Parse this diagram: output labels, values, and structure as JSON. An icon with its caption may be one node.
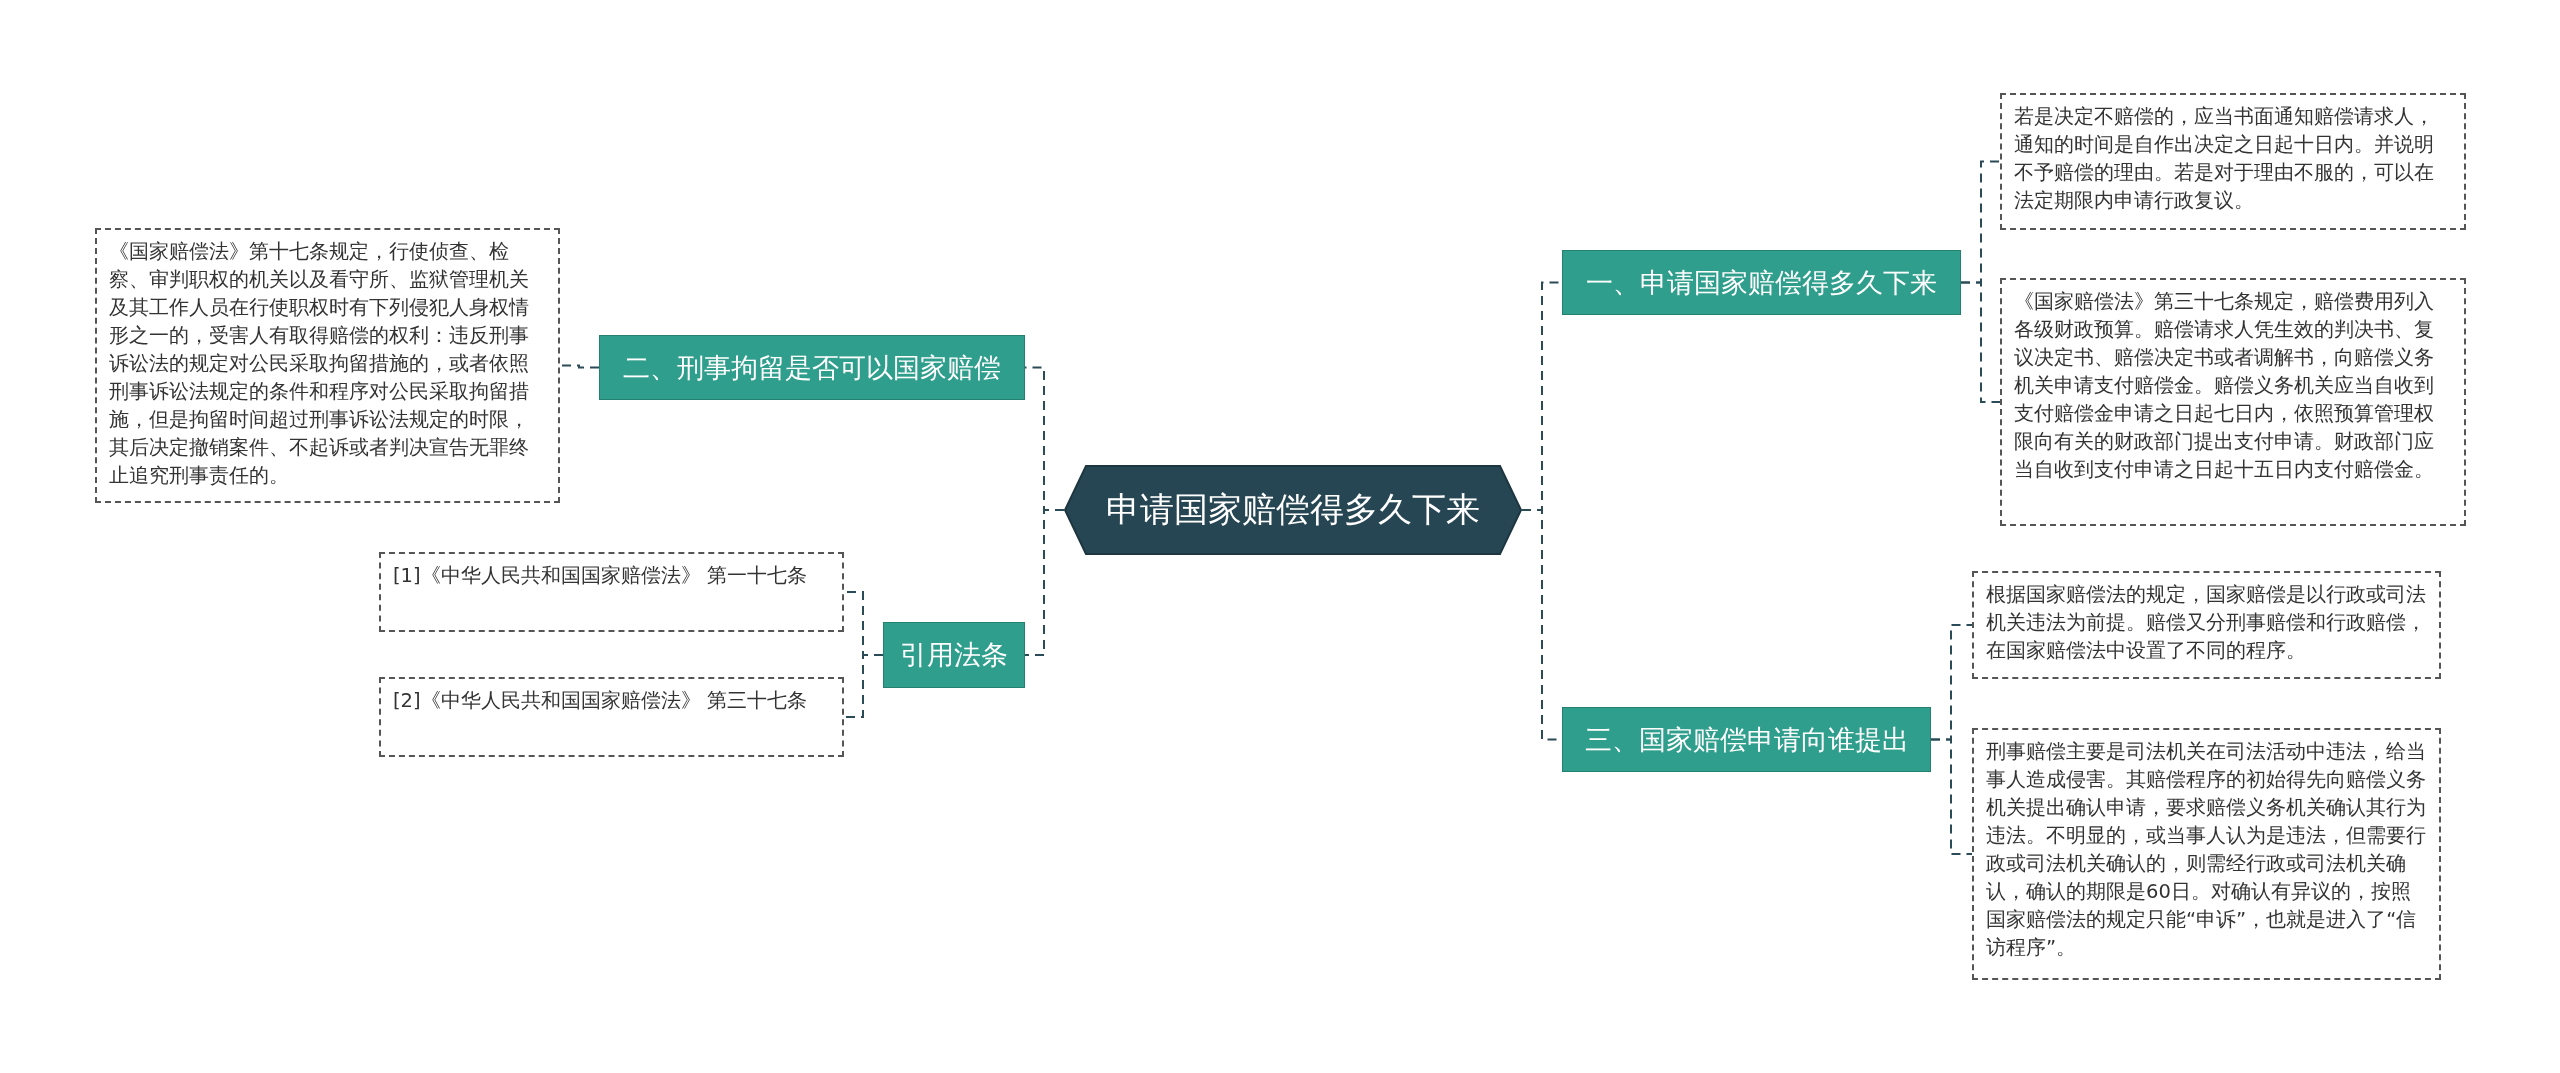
{
  "diagram": {
    "nodes": [
      {
        "text": [
          "申请国家赔偿得多久下来"
        ]
      },
      {
        "text": [
          "二、刑事拘留是否可以国家赔偿"
        ]
      },
      {
        "text": [
          "《国家赔偿法》第十七条规定，行使侦查、检察、审判职权的机关以及看守所、监狱管理机关及其工作人员在行使职权时有下列侵犯人身权情形之一的，受害人有取得赔偿的权利：违反刑事诉讼法的规定对公民采取拘留措施的，或者依照刑事诉讼法规定的条件和程序对公民采取拘留措施，但是拘留时间超过刑事诉讼法规定的时限，其后决定撤销案件、不起诉或者判决宣告无罪终止追究刑事责任的。"
        ]
      },
      {
        "text": [
          "引用法条"
        ]
      },
      {
        "text": [
          "[1]《中华人民共和国国家赔偿法》 第一十七条"
        ]
      },
      {
        "text": [
          "[2]《中华人民共和国国家赔偿法》 第三十七条"
        ]
      },
      {
        "text": [
          "一、申请国家赔偿得多久下来"
        ]
      },
      {
        "text": [
          "若是决定不赔偿的，应当书面通知赔偿请求人，通知的时间是自作出决定之日起十日内。并说明不予赔偿的理由。若是对于理由不服的，可以在法定期限内申请行政复议。"
        ]
      },
      {
        "text": [
          "《国家赔偿法》第三十七条规定，赔偿费用列入各级财政预算。赔偿请求人凭生效的判决书、复议决定书、赔偿决定书或者调解书，向赔偿义务机关申请支付赔偿金。赔偿义务机关应当自收到支付赔偿金申请之日起七日内，依照预算管理权限向有关的财政部门提出支付申请。财政部门应当自收到支付申请之日起十五日内支付赔偿金。"
        ]
      },
      {
        "text": [
          "三、国家赔偿申请向谁提出"
        ]
      },
      {
        "text": [
          "根据国家赔偿法的规定，国家赔偿是以行政或司法机关违法为前提。赔偿又分刑事赔偿和行政赔偿，在国家赔偿法中设置了不同的程序。"
        ]
      },
      {
        "text": [
          "刑事赔偿主要是司法机关在司法活动中违法，给当事人造成侵害。其赔偿程序的初始得先向赔偿义务机关提出确认申请，要求赔偿义务机关确认其行为违法。不明显的，或当事人认为是违法，但需要行政或司法机关确认的，则需经行政或司法机关确认，确认的期限是60日。对确认有异议的，按照国家赔偿法的规定只能“申诉”，也就是进入了“信访程序”。"
        ]
      }
    ],
    "edges": [
      {
        "from": 0,
        "to": 6,
        "arrow": "none",
        "style": "dashed"
      },
      {
        "from": 0,
        "to": 9,
        "arrow": "none",
        "style": "dashed"
      },
      {
        "from": 0,
        "to": 1,
        "arrow": "none",
        "style": "dashed"
      },
      {
        "from": 0,
        "to": 3,
        "arrow": "none",
        "style": "dashed"
      },
      {
        "from": 1,
        "to": 2,
        "arrow": "none",
        "style": "dashed"
      },
      {
        "from": 3,
        "to": 4,
        "arrow": "none",
        "style": "dashed"
      },
      {
        "from": 3,
        "to": 5,
        "arrow": "none",
        "style": "dashed"
      },
      {
        "from": 6,
        "to": 7,
        "arrow": "none",
        "style": "dashed"
      },
      {
        "from": 6,
        "to": 8,
        "arrow": "none",
        "style": "dashed"
      },
      {
        "from": 9,
        "to": 10,
        "arrow": "none",
        "style": "dashed"
      },
      {
        "from": 9,
        "to": 11,
        "arrow": "none",
        "style": "dashed"
      }
    ]
  }
}
